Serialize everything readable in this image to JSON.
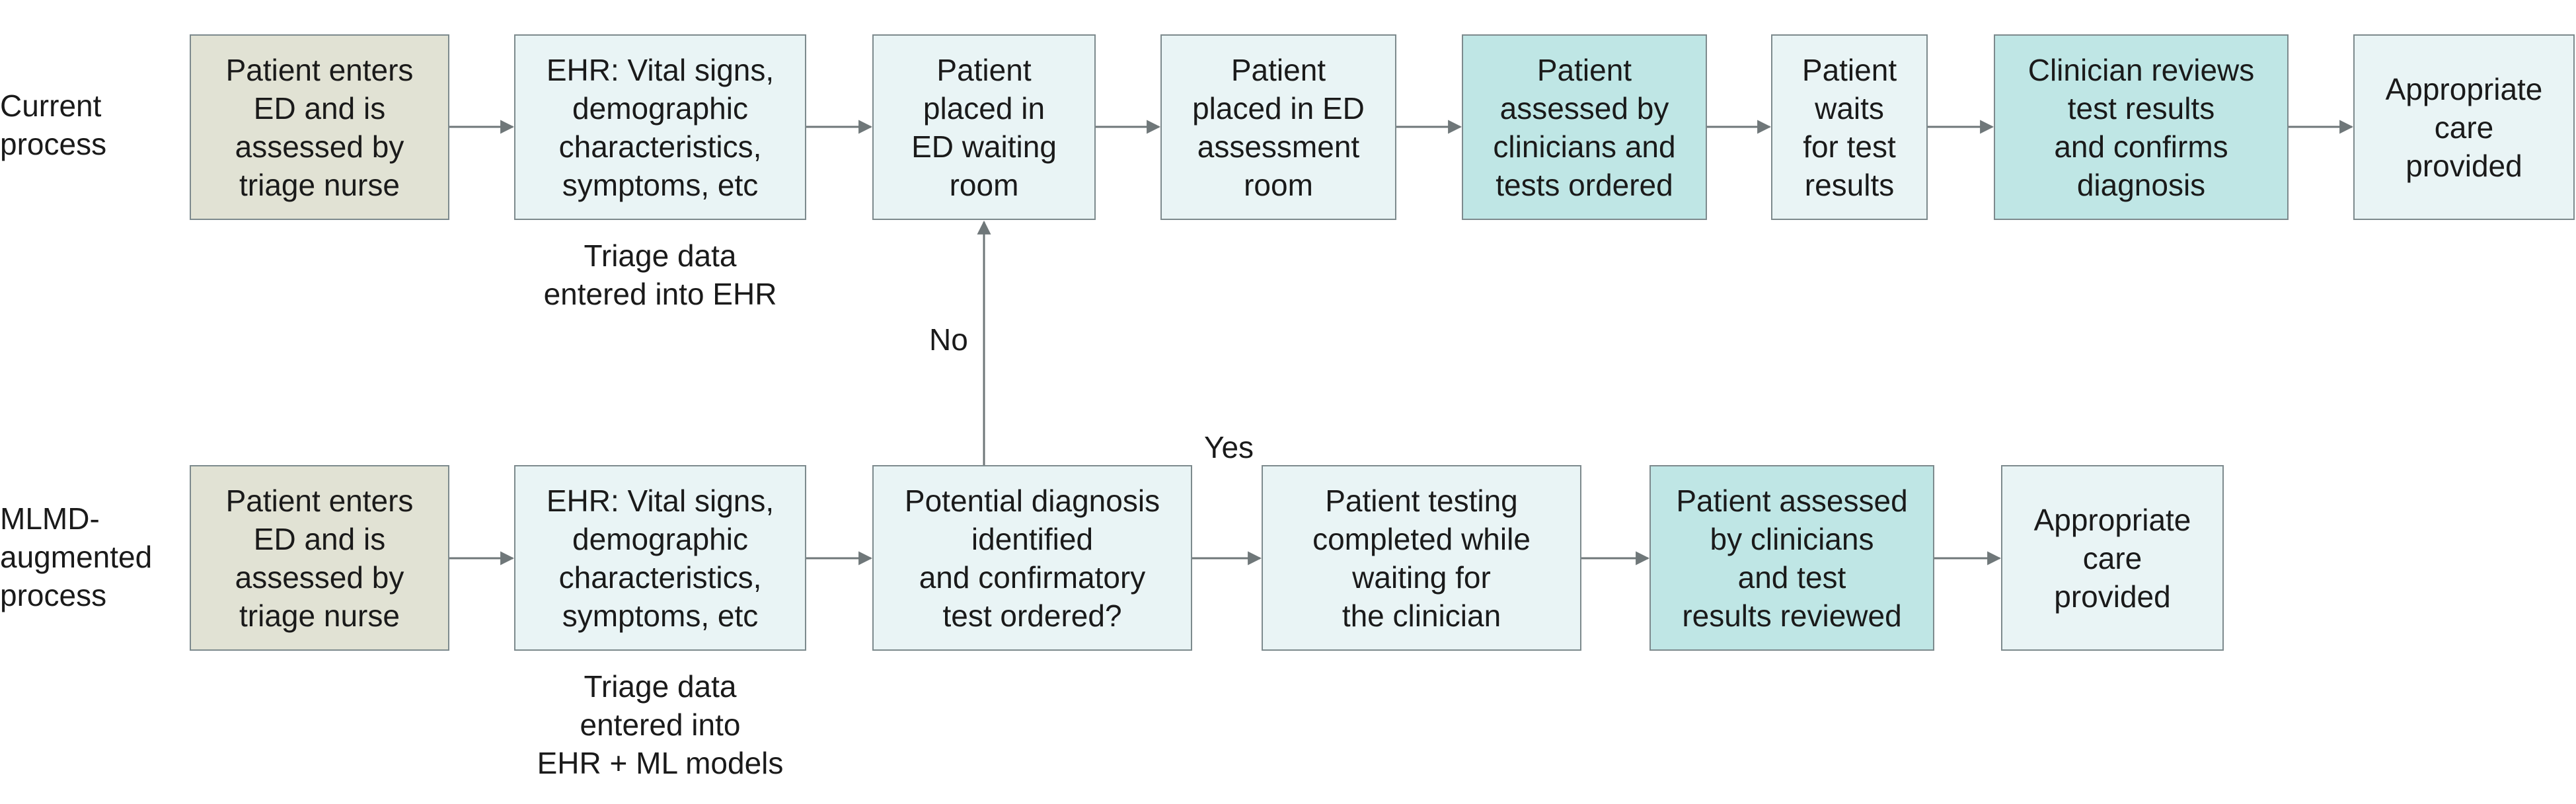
{
  "rows": {
    "current": {
      "label": "Current\nprocess",
      "steps": [
        "Patient enters\nED and is\nassessed by\ntriage nurse",
        "EHR: Vital signs,\ndemographic\ncharacteristics,\nsymptoms, etc",
        "Patient\nplaced in\nED waiting\nroom",
        "Patient\nplaced in ED\nassessment\nroom",
        "Patient\nassessed by\nclinicians and\ntests ordered",
        "Patient\nwaits\nfor test\nresults",
        "Clinician reviews\ntest results\nand confirms\ndiagnosis",
        "Appropriate\ncare\nprovided"
      ],
      "note": "Triage data\nentered into EHR"
    },
    "mlmd": {
      "label": "MLMD-\naugmented\nprocess",
      "steps": [
        "Patient enters\nED and is\nassessed by\ntriage nurse",
        "EHR: Vital signs,\ndemographic\ncharacteristics,\nsymptoms, etc",
        "Potential diagnosis\nidentified\nand confirmatory\ntest ordered?",
        "Patient testing\ncompleted while\nwaiting for\nthe clinician",
        "Patient assessed\nby clinicians\nand test\nresults reviewed",
        "Appropriate\ncare\nprovided"
      ],
      "note": "Triage data\nentered into\nEHR + ML models"
    }
  },
  "branches": {
    "no": "No",
    "yes": "Yes"
  },
  "colors": {
    "tan": "#e1e2d4",
    "light": "#e9f4f5",
    "teal": "#bfe6e5",
    "border": "#7d8a8d",
    "arrow": "#6f7779"
  }
}
